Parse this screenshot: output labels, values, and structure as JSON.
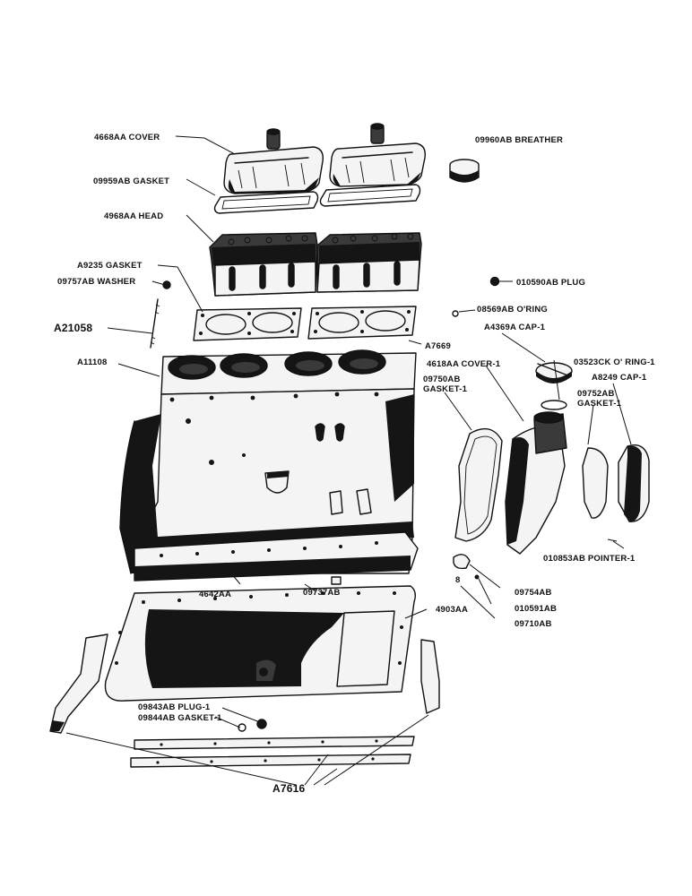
{
  "diagram": {
    "labels": {
      "cover_4668": "4668AA COVER",
      "breather_09960": "09960AB BREATHER",
      "gasket_09959": "09959AB GASKET",
      "head_4968": "4968AA HEAD",
      "gasket_a9235": "A9235 GASKET",
      "washer_09757": "09757AB WASHER",
      "stud_a21058": "A21058",
      "block_a11108": "A11108",
      "plug_010590": "010590AB PLUG",
      "oring_08569": "08569AB O'RING",
      "cap_a4369": "A4369A CAP-1",
      "a7669": "A7669",
      "oring_03523": "03523CK O' RING-1",
      "cover_4618": "4618AA COVER-1",
      "gasket_09750_a": "09750AB",
      "gasket_09750_b": "GASKET-1",
      "cap_a8249": "A8249 CAP-1",
      "gasket_09752_a": "09752AB",
      "gasket_09752_b": "GASKET-1",
      "pointer_010853": "010853AB POINTER-1",
      "p4642": "4642AA",
      "p09737": "09737AB",
      "p4903": "4903AA",
      "p09754": "09754AB",
      "p010591": "010591AB",
      "p09710": "09710AB",
      "plug_09843": "09843AB PLUG-1",
      "gasket_09844": "09844AB GASKET-1",
      "a7616": "A7616"
    }
  }
}
